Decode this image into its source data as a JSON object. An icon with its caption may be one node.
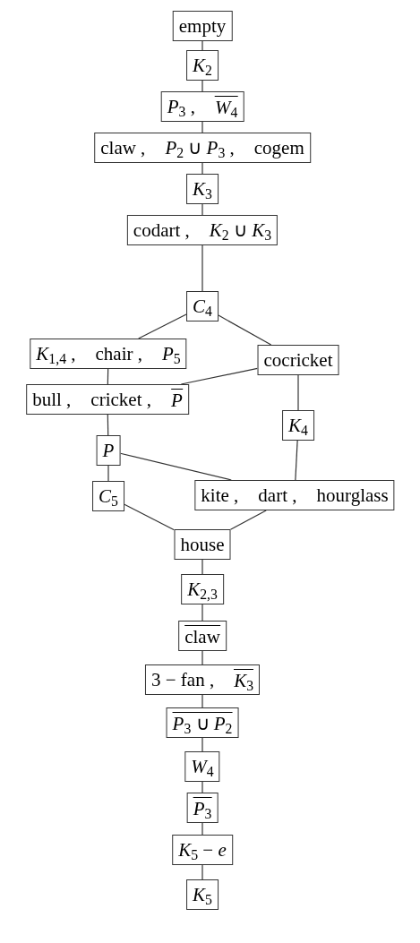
{
  "diagram": {
    "nodes": [
      {
        "text": [
          "empty"
        ]
      },
      {
        "text": [
          "*K*$_{2}$"
        ]
      },
      {
        "text": [
          "*P*$_{3}$ ,",
          "*W*$_{4}$"
        ]
      },
      {
        "text": [
          "claw ,",
          "*P*$_{2}$ ∪ *P*$_{3}$ ,",
          "cogem"
        ]
      },
      {
        "text": [
          "*K*$_{3}$"
        ]
      },
      {
        "text": [
          "codart ,",
          "*K*$_{2}$ ∪ *K*$_{3}$"
        ]
      },
      {
        "text": [
          "*C*$_{4}$"
        ]
      },
      {
        "text": [
          "*K*$_{1,4}$ ,",
          "chair ,",
          "*P*$_{5}$"
        ]
      },
      {
        "text": [
          "cocricket"
        ]
      },
      {
        "text": [
          "bull ,",
          "cricket ,",
          "*P*"
        ]
      },
      {
        "text": [
          "*K*$_{4}$"
        ]
      },
      {
        "text": [
          "*P*"
        ]
      },
      {
        "text": [
          "*C*$_{5}$"
        ]
      },
      {
        "text": [
          "kite ,",
          "dart ,",
          "hourglass"
        ]
      },
      {
        "text": [
          "house"
        ]
      },
      {
        "text": [
          "*K*$_{2,3}$"
        ]
      },
      {
        "text": [
          "claw"
        ]
      },
      {
        "text": [
          "3 − fan ,",
          "*K*$_{3}$"
        ]
      },
      {
        "text": [
          "*P*$_{3}$ ∪ *P*$_{2}$"
        ]
      },
      {
        "text": [
          "*W*$_{4}$"
        ]
      },
      {
        "text": [
          "*P*$_{3}$"
        ]
      },
      {
        "text": [
          "*K*$_{5}$ − *e*"
        ]
      },
      {
        "text": [
          "*K*$_{5}$"
        ]
      }
    ],
    "edges": [
      {
        "from": 0,
        "to": 1,
        "arrow": "none"
      },
      {
        "from": 1,
        "to": 2,
        "arrow": "none"
      },
      {
        "from": 2,
        "to": 3,
        "arrow": "none"
      },
      {
        "from": 3,
        "to": 4,
        "arrow": "none"
      },
      {
        "from": 4,
        "to": 5,
        "arrow": "none"
      },
      {
        "from": 5,
        "to": 6,
        "arrow": "none"
      },
      {
        "from": 6,
        "to": 7,
        "arrow": "none"
      },
      {
        "from": 6,
        "to": 8,
        "arrow": "none"
      },
      {
        "from": 7,
        "to": 9,
        "arrow": "none"
      },
      {
        "from": 8,
        "to": 9,
        "arrow": "none"
      },
      {
        "from": 8,
        "to": 10,
        "arrow": "none"
      },
      {
        "from": 9,
        "to": 11,
        "arrow": "none"
      },
      {
        "from": 11,
        "to": 12,
        "arrow": "none"
      },
      {
        "from": 11,
        "to": 13,
        "arrow": "none"
      },
      {
        "from": 10,
        "to": 13,
        "arrow": "none"
      },
      {
        "from": 12,
        "to": 14,
        "arrow": "none"
      },
      {
        "from": 13,
        "to": 14,
        "arrow": "none"
      },
      {
        "from": 14,
        "to": 15,
        "arrow": "none"
      },
      {
        "from": 15,
        "to": 16,
        "arrow": "none"
      },
      {
        "from": 16,
        "to": 17,
        "arrow": "none"
      },
      {
        "from": 17,
        "to": 18,
        "arrow": "none"
      },
      {
        "from": 18,
        "to": 19,
        "arrow": "none"
      },
      {
        "from": 19,
        "to": 20,
        "arrow": "none"
      },
      {
        "from": 20,
        "to": 21,
        "arrow": "none"
      },
      {
        "from": 21,
        "to": 22,
        "arrow": "none"
      }
    ]
  }
}
